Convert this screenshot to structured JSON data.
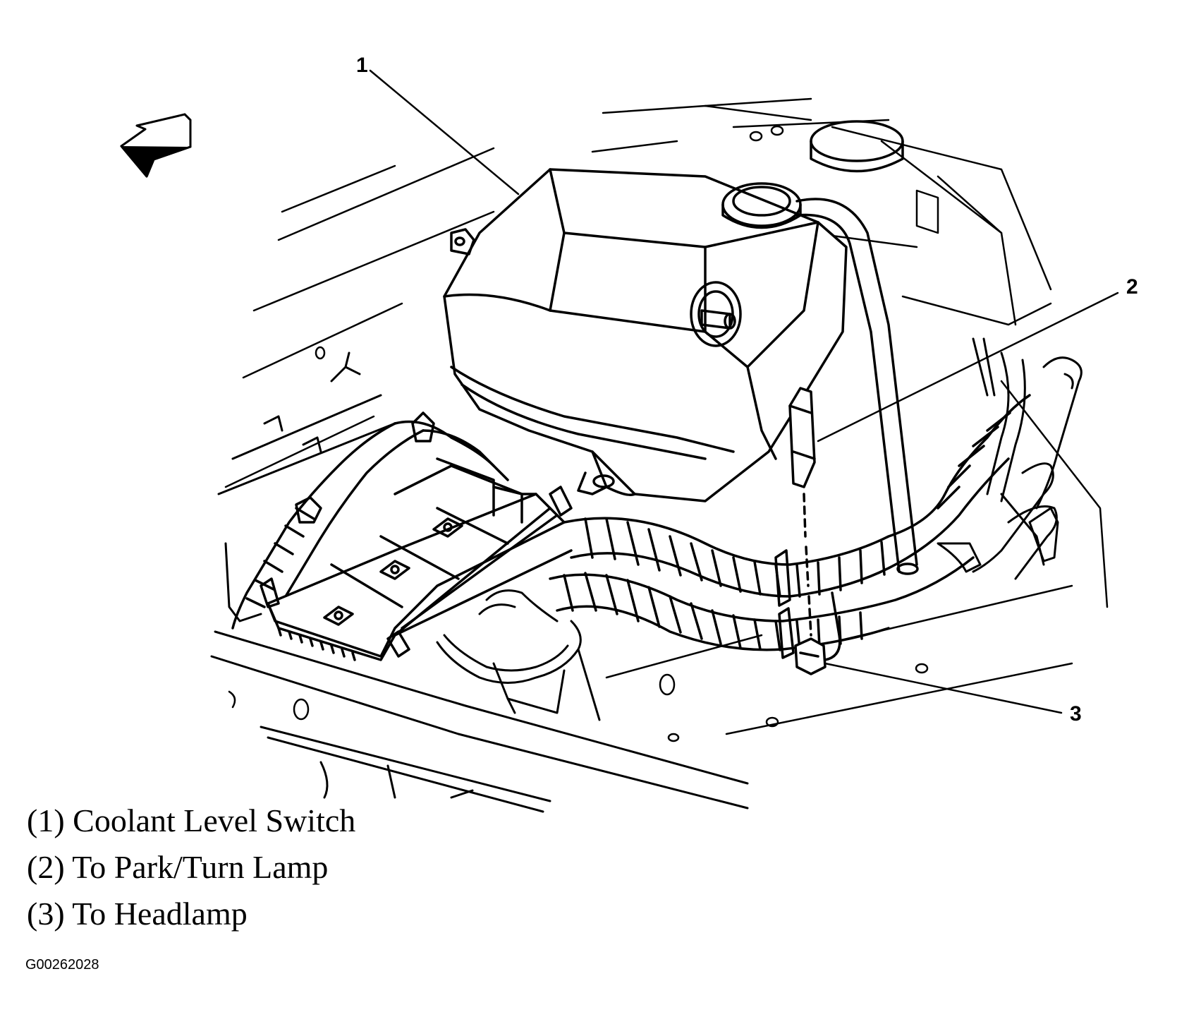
{
  "callouts": [
    {
      "number": "1",
      "legend": "(1) Coolant Level Switch"
    },
    {
      "number": "2",
      "legend": "(2) To Park/Turn Lamp"
    },
    {
      "number": "3",
      "legend": "(3) To Headlamp"
    }
  ],
  "figure_id": "G00262028",
  "colors": {
    "line": "#000000",
    "background": "#ffffff"
  },
  "icons": {
    "direction_arrow": "front-direction-arrow-icon"
  }
}
